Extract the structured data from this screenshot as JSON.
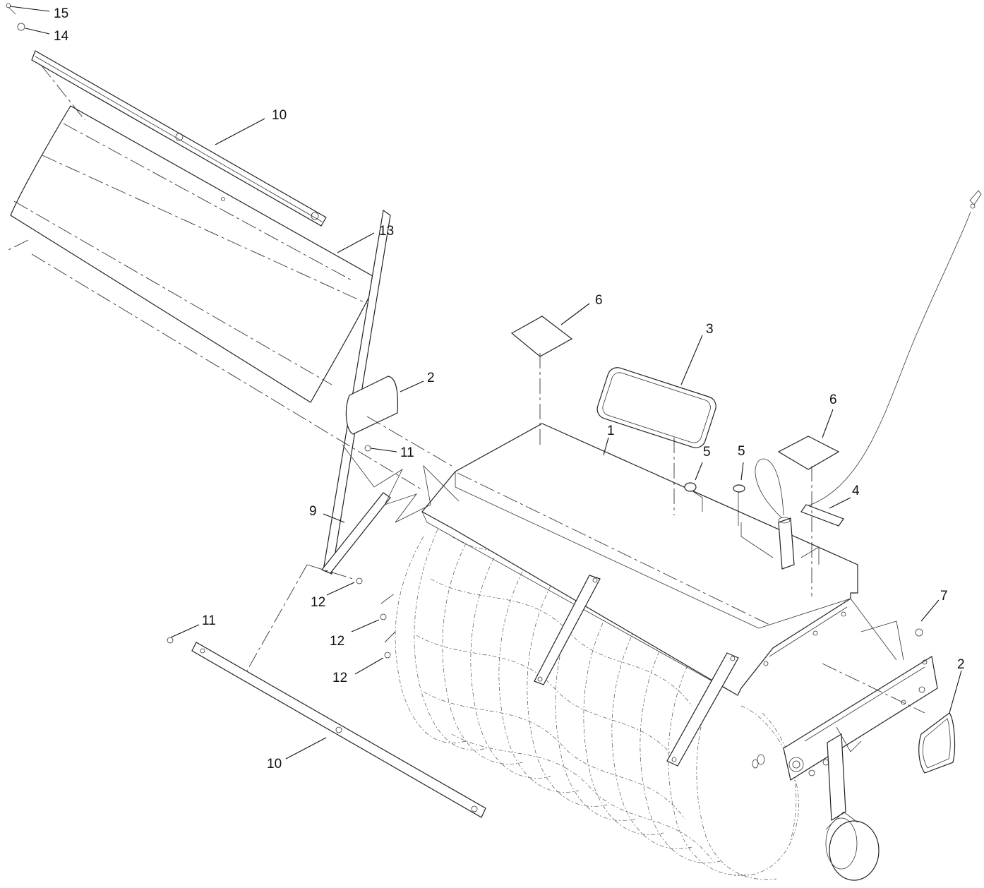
{
  "diagram": {
    "callouts": [
      {
        "id": "c15",
        "text": "15"
      },
      {
        "id": "c14",
        "text": "14"
      },
      {
        "id": "c10a",
        "text": "10"
      },
      {
        "id": "c13",
        "text": "13"
      },
      {
        "id": "c6a",
        "text": "6"
      },
      {
        "id": "c3",
        "text": "3"
      },
      {
        "id": "c2a",
        "text": "2"
      },
      {
        "id": "c11a",
        "text": "11"
      },
      {
        "id": "c1",
        "text": "1"
      },
      {
        "id": "c5a",
        "text": "5"
      },
      {
        "id": "c5b",
        "text": "5"
      },
      {
        "id": "c6b",
        "text": "6"
      },
      {
        "id": "c4",
        "text": "4"
      },
      {
        "id": "c9",
        "text": "9"
      },
      {
        "id": "c12a",
        "text": "12"
      },
      {
        "id": "c7",
        "text": "7"
      },
      {
        "id": "c11b",
        "text": "11"
      },
      {
        "id": "c12b",
        "text": "12"
      },
      {
        "id": "c2b",
        "text": "2"
      },
      {
        "id": "c12c",
        "text": "12"
      },
      {
        "id": "c10b",
        "text": "10"
      }
    ]
  }
}
